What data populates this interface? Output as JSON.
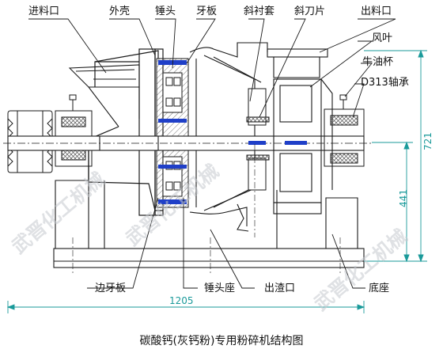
{
  "labels": {
    "feed_inlet": "进料口",
    "casing": "外壳",
    "hammer": "锤头",
    "tooth_plate": "牙板",
    "oblique_liner": "斜衬套",
    "oblique_blade": "斜刀片",
    "discharge_outlet": "出料口",
    "fan_blade": "风叶",
    "grease_cup": "牛油杯",
    "bearing": "D313轴承",
    "side_tooth_plate": "边牙板",
    "hammer_seat": "锤头座",
    "slag_outlet": "出渣口",
    "base": "底座"
  },
  "dimensions": {
    "total_length": "1205",
    "total_height": "721",
    "axis_height": "441"
  },
  "caption": "碳酸钙(灰钙粉)专用粉碎机结构图",
  "watermark": "武晋化工机械",
  "colors": {
    "line": "#1a1a1a",
    "dimension": "#1a9a9a",
    "accent_blue": "#1f3fc8",
    "hatch": "#555555"
  }
}
